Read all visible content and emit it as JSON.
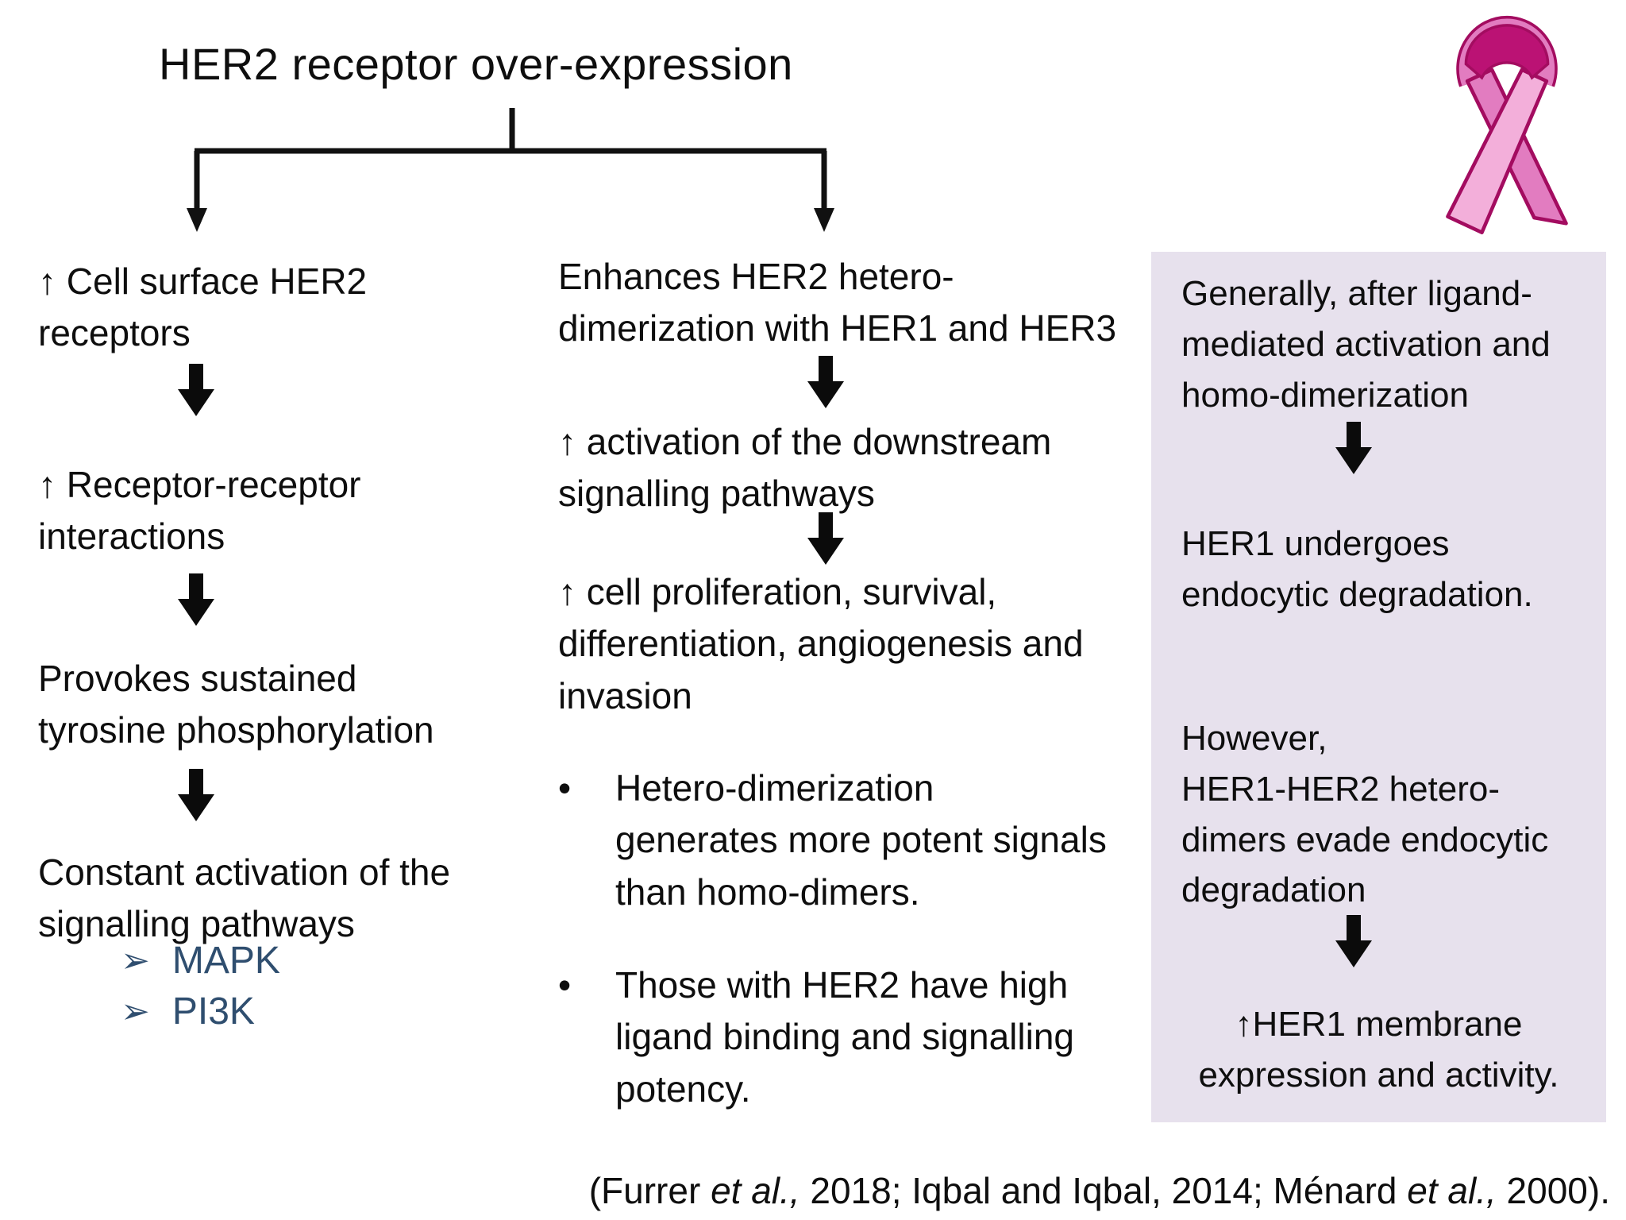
{
  "title": "HER2 receptor over-expression",
  "colors": {
    "panel_bg": "#e7e1ed",
    "pathway_color": "#2f4e6f",
    "ribbon_dark": "#bb1274",
    "ribbon_mid": "#e27cc0",
    "ribbon_light": "#f3afda",
    "ribbon_outline": "#a30c60"
  },
  "left_column": {
    "steps": [
      "↑ Cell surface HER2\nreceptors",
      "↑ Receptor-receptor\ninteractions",
      "Provokes sustained\ntyrosine phosphorylation",
      "Constant activation of the\nsignalling pathways"
    ],
    "bullet_glyph": "➢",
    "pathways": [
      "MAPK",
      "PI3K"
    ]
  },
  "middle_column": {
    "steps": [
      "Enhances HER2 hetero-\ndimerization with HER1 and HER3",
      "↑ activation of the downstream\nsignalling pathways",
      "↑ cell proliferation, survival,\ndifferentiation, angiogenesis and\ninvasion"
    ],
    "bullet_glyph": "•",
    "bullets": [
      "Hetero-dimerization\ngenerates more potent signals\nthan homo-dimers.",
      "Those with HER2 have high\nligand binding and signalling\npotency."
    ]
  },
  "right_panel": {
    "steps": [
      "Generally, after ligand-\nmediated activation and\nhomo-dimerization",
      "HER1 undergoes\nendocytic degradation.",
      "However,\nHER1-HER2 hetero-\ndimers evade endocytic\ndegradation",
      "↑HER1 membrane\nexpression and activity."
    ]
  },
  "citation": {
    "segments": [
      "(Furrer ",
      "et al.,",
      " 2018; Iqbal and Iqbal, 2014; Ménard ",
      "et al.,",
      " 2000)."
    ]
  }
}
